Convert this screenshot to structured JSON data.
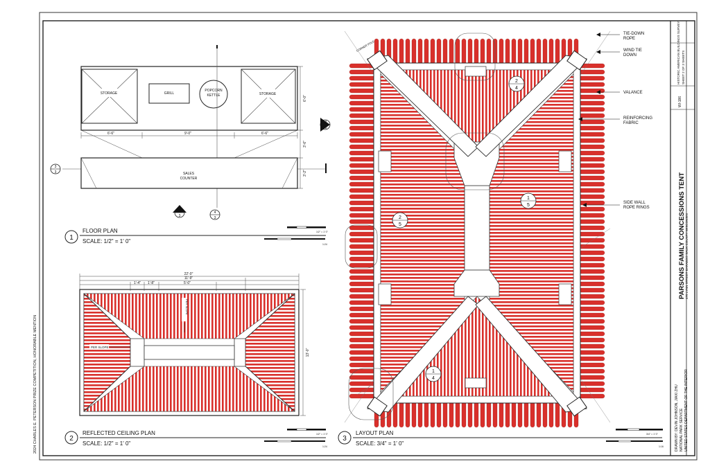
{
  "floor_plan": {
    "number": "1",
    "title": "FLOOR PLAN",
    "scale": "SCALE: 1/2\" = 1' 0\"",
    "labels": {
      "storage_left": "STORAGE",
      "grill": "GRILL",
      "popcorn": "POPCORN",
      "kettle": "KETTLE",
      "storage_right": "STORAGE",
      "sales": "SALES",
      "counter": "COUNTER"
    },
    "dims": {
      "d1": "6'-6\"",
      "d2": "9'-0\"",
      "d3": "6'-6\"",
      "v1": "6'-0\"",
      "v2": "3'-6\"",
      "v3": "3'-2\""
    },
    "markers": {
      "top_num": "2",
      "top_den": "3",
      "left_num": "3",
      "left_den": "3",
      "bottom_num": "4",
      "bottom_den": "3",
      "center_num": "1",
      "center_den": "3"
    }
  },
  "ceiling_plan": {
    "number": "2",
    "title": "REFLECTED CEILING PLAN",
    "scale": "SCALE: 1/2\" = 1' 0\"",
    "dims": {
      "w1": "22'-0\"",
      "w2": "11'-9\"",
      "w3": "1'-4\"",
      "w4": "1'-8\"",
      "w5": "5'-0\"",
      "h1": "13'-0\""
    },
    "slope_note": "PER SLOPE"
  },
  "layout_plan": {
    "number": "3",
    "title": "LAYOUT PLAN",
    "scale": "SCALE: 3/4\" = 1' 0\"",
    "corner_note": "CORNER POLE",
    "callouts": [
      "TIE-DOWN",
      "ROPE",
      "WIND TIE",
      "DOWN",
      "VALANCE",
      "REINFORCING",
      "FABRIC",
      "SIDE WALL",
      "ROPE RINGS"
    ],
    "markers": {
      "a_num": "2",
      "a_den": "4",
      "b_num": "1",
      "b_den": "5",
      "c_num": "2",
      "c_den": "5",
      "d_num": "1",
      "d_den": "4"
    }
  },
  "scale_bars": {
    "small": "1/2\" = 1' 0\"",
    "large": "3/4\" = 1' 0\"",
    "ratio": "1:24",
    "ratio2": "1:16"
  },
  "title_block": {
    "title": "PARSONS FAMILY CONCESSIONS TENT",
    "address": "470 LYNN STREET    BARABOO    SAUK COUNTY    WISCONSIN",
    "drawn_by": "DRAWN BY: DEVIN JOHNSON, JIAXI ZHU",
    "agency1": "NATIONAL PARK SERVICE",
    "agency2": "UNITED STATES DEPARTMENT OF THE INTERIOR",
    "survey": "HISTORIC AMERICAN BUILDINGS SURVEY",
    "sheet": "SHEET 2 OF 3 SHEETS",
    "survey_no": "WI-186"
  },
  "side_note": "2024 CHARLES E. PETERSON PRIZE COMPETITION, HONORABLE MENTION",
  "colors": {
    "stripe": "#d9302b",
    "frame": "#222222"
  }
}
